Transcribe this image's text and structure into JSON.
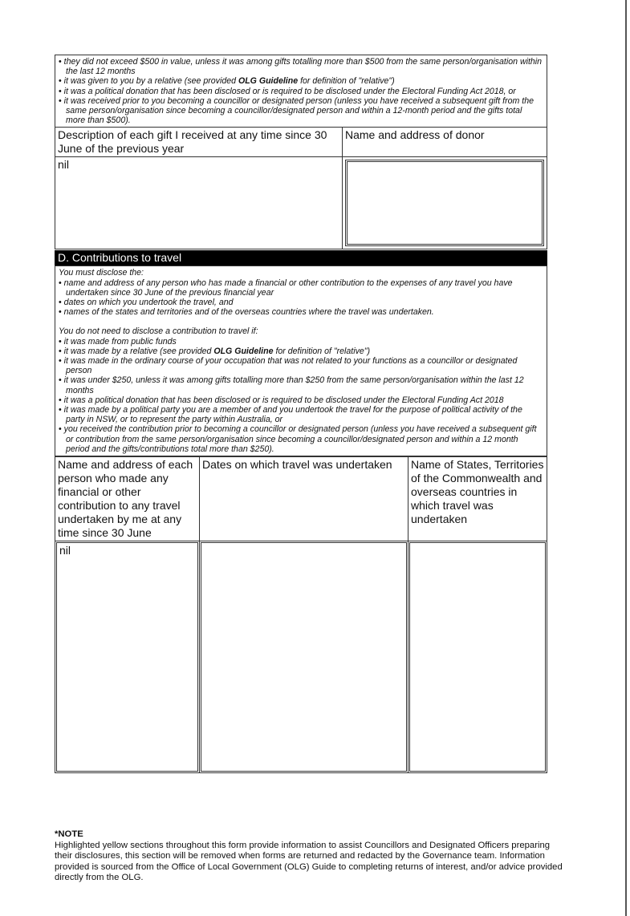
{
  "gifts_exceptions": [
    "they did not exceed $500 in value, unless it was among gifts totalling more than $500 from the same person/organisation within the last 12 months",
    [
      "it was given to you by a relative (see provided ",
      "OLG Guideline",
      " for definition of \"relative\")"
    ],
    "it was a political donation that has been disclosed or is required to be disclosed under the Electoral Funding Act 2018, or",
    "it was received prior to you becoming a councillor or designated person (unless you have received a subsequent gift from the same person/organisation since becoming a councillor/designated person and within a 12-month period and the gifts total more than $500)."
  ],
  "gifts_table": {
    "col1": "Description of each gift I received at any time since 30 June of the previous year",
    "col2": "Name and address of donor",
    "row_value": "nil"
  },
  "section_d": {
    "title": "D. Contributions to travel",
    "must_intro": "You must disclose the:",
    "must": [
      "name and address of any person who has made a financial or other contribution to the expenses of any travel you have undertaken since 30 June of the previous financial year",
      "dates on which you undertook the travel, and",
      "names of the states and territories and of the overseas countries where the travel was undertaken."
    ],
    "not_intro": "You do not need to disclose a contribution to travel if:",
    "not": [
      "it was made from public funds",
      [
        "it was made by a relative (see provided ",
        "OLG Guideline",
        " for definition of \"relative\")"
      ],
      "it was made in the ordinary course of your occupation that was not related to your functions as a councillor or designated person",
      "it was under $250, unless it was among gifts totalling more than $250 from the same person/organisation within the last 12 months",
      "it was a political donation that has been disclosed or is required to be disclosed under the Electoral Funding Act 2018",
      "it was made by a political party you are a member of and you undertook the travel for the purpose of political activity of the party in NSW, or to represent the party within Australia, or",
      "you received the contribution prior to becoming a councillor or designated person (unless you have received a subsequent gift or contribution from the same person/organisation since becoming a councillor/designated person and within a 12 month period and the gifts/contributions total more than $250)."
    ]
  },
  "travel_table": {
    "col1": "Name and address of each person who made any financial or other contribution to any travel undertaken by me at any time since 30 June",
    "col2": "Dates on which travel was undertaken",
    "col3": "Name of States, Territories of the Commonwealth and overseas countries in which travel was undertaken",
    "row_value": "nil"
  },
  "note": {
    "title": "*NOTE",
    "text": "Highlighted yellow sections throughout this form provide information to assist Councillors and Designated Officers preparing their disclosures, this section will be removed when forms are returned and redacted by the Governance team. Information provided is sourced from the Office of Local Government (OLG) Guide to completing returns of interest, and/or advice provided directly from the OLG."
  }
}
